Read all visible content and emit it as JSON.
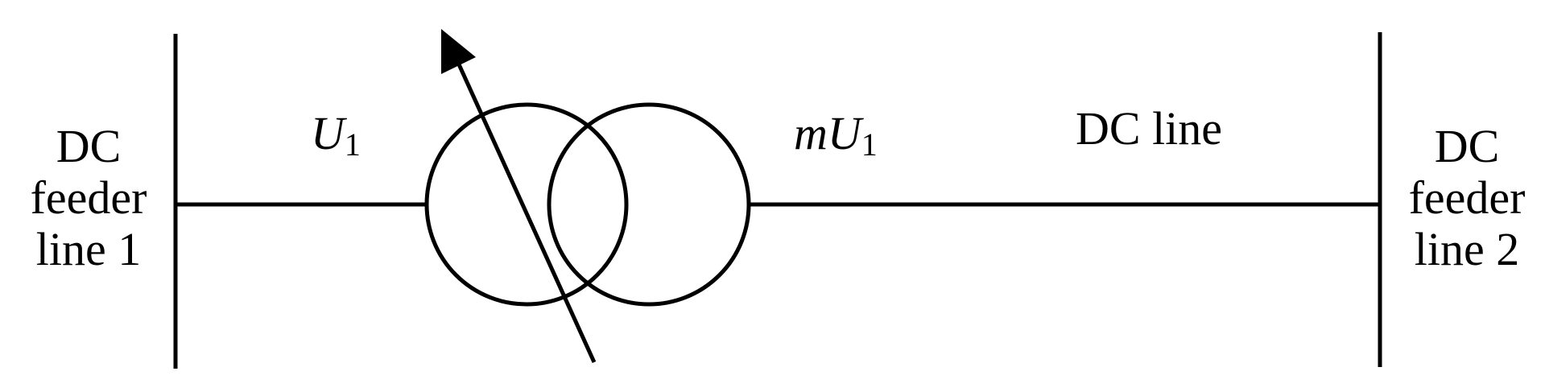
{
  "labels": {
    "left_feeder": [
      "DC",
      "feeder",
      "line 1"
    ],
    "right_feeder": [
      "DC",
      "feeder",
      "line 2"
    ],
    "u1": {
      "symbol": "U",
      "subscript": "1"
    },
    "mu1": {
      "prefix": "m",
      "symbol": "U",
      "subscript": "1"
    },
    "dc_line": "DC line"
  },
  "colors": {
    "stroke": "#000000",
    "background": "#ffffff"
  }
}
